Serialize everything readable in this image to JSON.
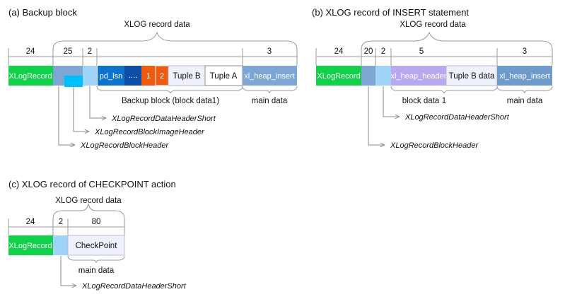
{
  "colors": {
    "xlog_green": "#11d04a",
    "block_header": "#7ea6d4",
    "image_header": "#00bfff",
    "short_header": "#9fd3f7",
    "blue": "#0c72cc",
    "dark_blue": "#0a4ea8",
    "orange": "#f05a10",
    "lavender": "#b8a8f0",
    "light_lavender": "#eef0fb",
    "steel_blue": "#6f9bcb"
  },
  "panel_a": {
    "title": "(a) Backup block",
    "record_data_label": "XLOG record data",
    "sizes": {
      "s24": "24",
      "s25": "25",
      "s2": "2",
      "s3": "3"
    },
    "cells": {
      "xlogrecord": "XLogRecord",
      "pd_lsn": "pd_lsn",
      "dots": "....",
      "one": "1",
      "two": "2",
      "tuple_b": "Tuple B",
      "tuple_a": "Tuple A",
      "xl_heap_insert": "xl_heap_insert"
    },
    "backup_block_label": "Backup block  (block data1)",
    "main_data_label": "main data",
    "callouts": {
      "short": "XLogRecordDataHeaderShort",
      "image": "XLogRecordBlockImageHeader",
      "block": "XLogRecordBlockHeader"
    }
  },
  "panel_b": {
    "title": "(b) XLOG record of INSERT statement",
    "record_data_label": "XLOG record data",
    "sizes": {
      "s24": "24",
      "s20": "20",
      "s2": "2",
      "s5": "5",
      "s3": "3"
    },
    "cells": {
      "xlogrecord": "XLogRecord",
      "xl_heap_header": "xl_heap_header",
      "tuple_b_data": "Tuple B data",
      "xl_heap_insert": "xl_heap_insert"
    },
    "block_data_label": "block data",
    "block_data_num": "1",
    "main_data_label": "main data",
    "callouts": {
      "short": "XLogRecordDataHeaderShort",
      "block": "XLogRecordBlockHeader"
    }
  },
  "panel_c": {
    "title": "(c) XLOG record of CHECKPOINT action",
    "record_data_label": "XLOG record data",
    "sizes": {
      "s24": "24",
      "s2": "2",
      "s80": "80"
    },
    "cells": {
      "xlogrecord": "XLogRecord",
      "checkpoint": "CheckPoint"
    },
    "main_data_label": "main data",
    "callouts": {
      "short": "XLogRecordDataHeaderShort"
    }
  }
}
